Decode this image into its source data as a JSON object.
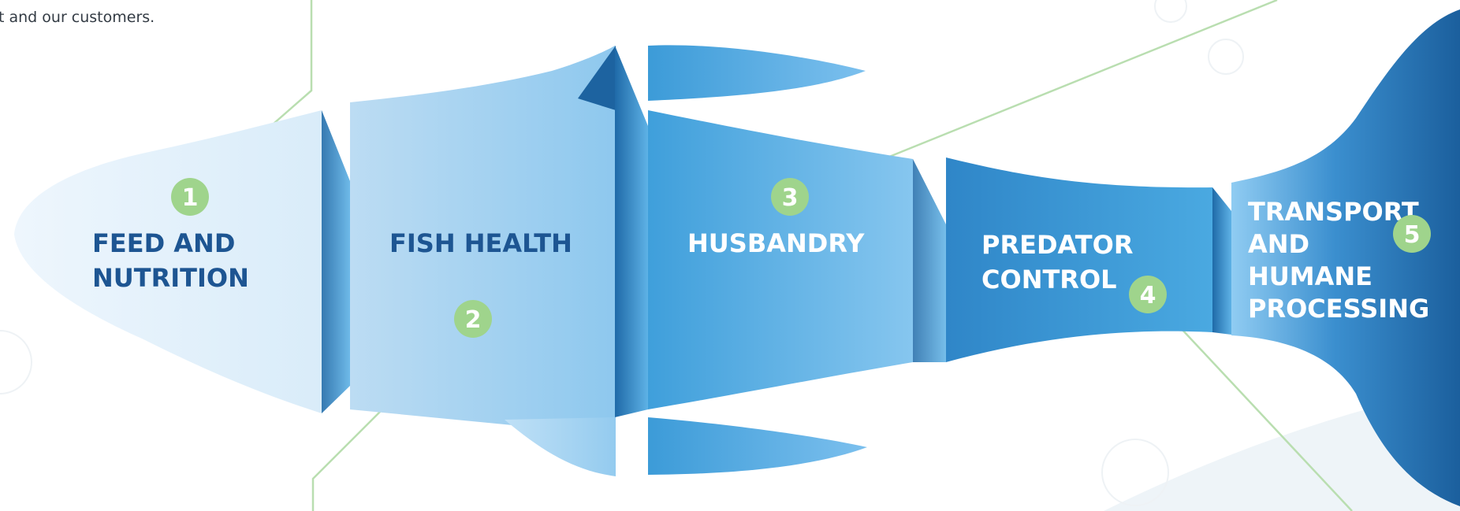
{
  "intro_text": "t and our customers.",
  "segments": {
    "feed": {
      "line1": "FEED AND",
      "line2": "NUTRITION"
    },
    "health": {
      "line1": "FISH HEALTH"
    },
    "husbandry": {
      "line1": "HUSBANDRY"
    },
    "predator": {
      "line1": "PREDATOR",
      "line2": "CONTROL"
    },
    "transport": {
      "line1": "TRANSPORT",
      "line2": "AND",
      "line3": "HUMANE",
      "line4": "PROCESSING"
    }
  },
  "badges": [
    "1",
    "2",
    "3",
    "4",
    "5"
  ],
  "colors": {
    "badge": "#9fd48c",
    "connector": "#b9deb0",
    "label_dark": "#1d5592",
    "label_light": "#ffffff",
    "head": "#e5f1fb",
    "body_light": "#a9d4f0",
    "body_mid": "#4aa5dc",
    "body_dark": "#2f86c8",
    "tail": "#1f6aa8"
  }
}
